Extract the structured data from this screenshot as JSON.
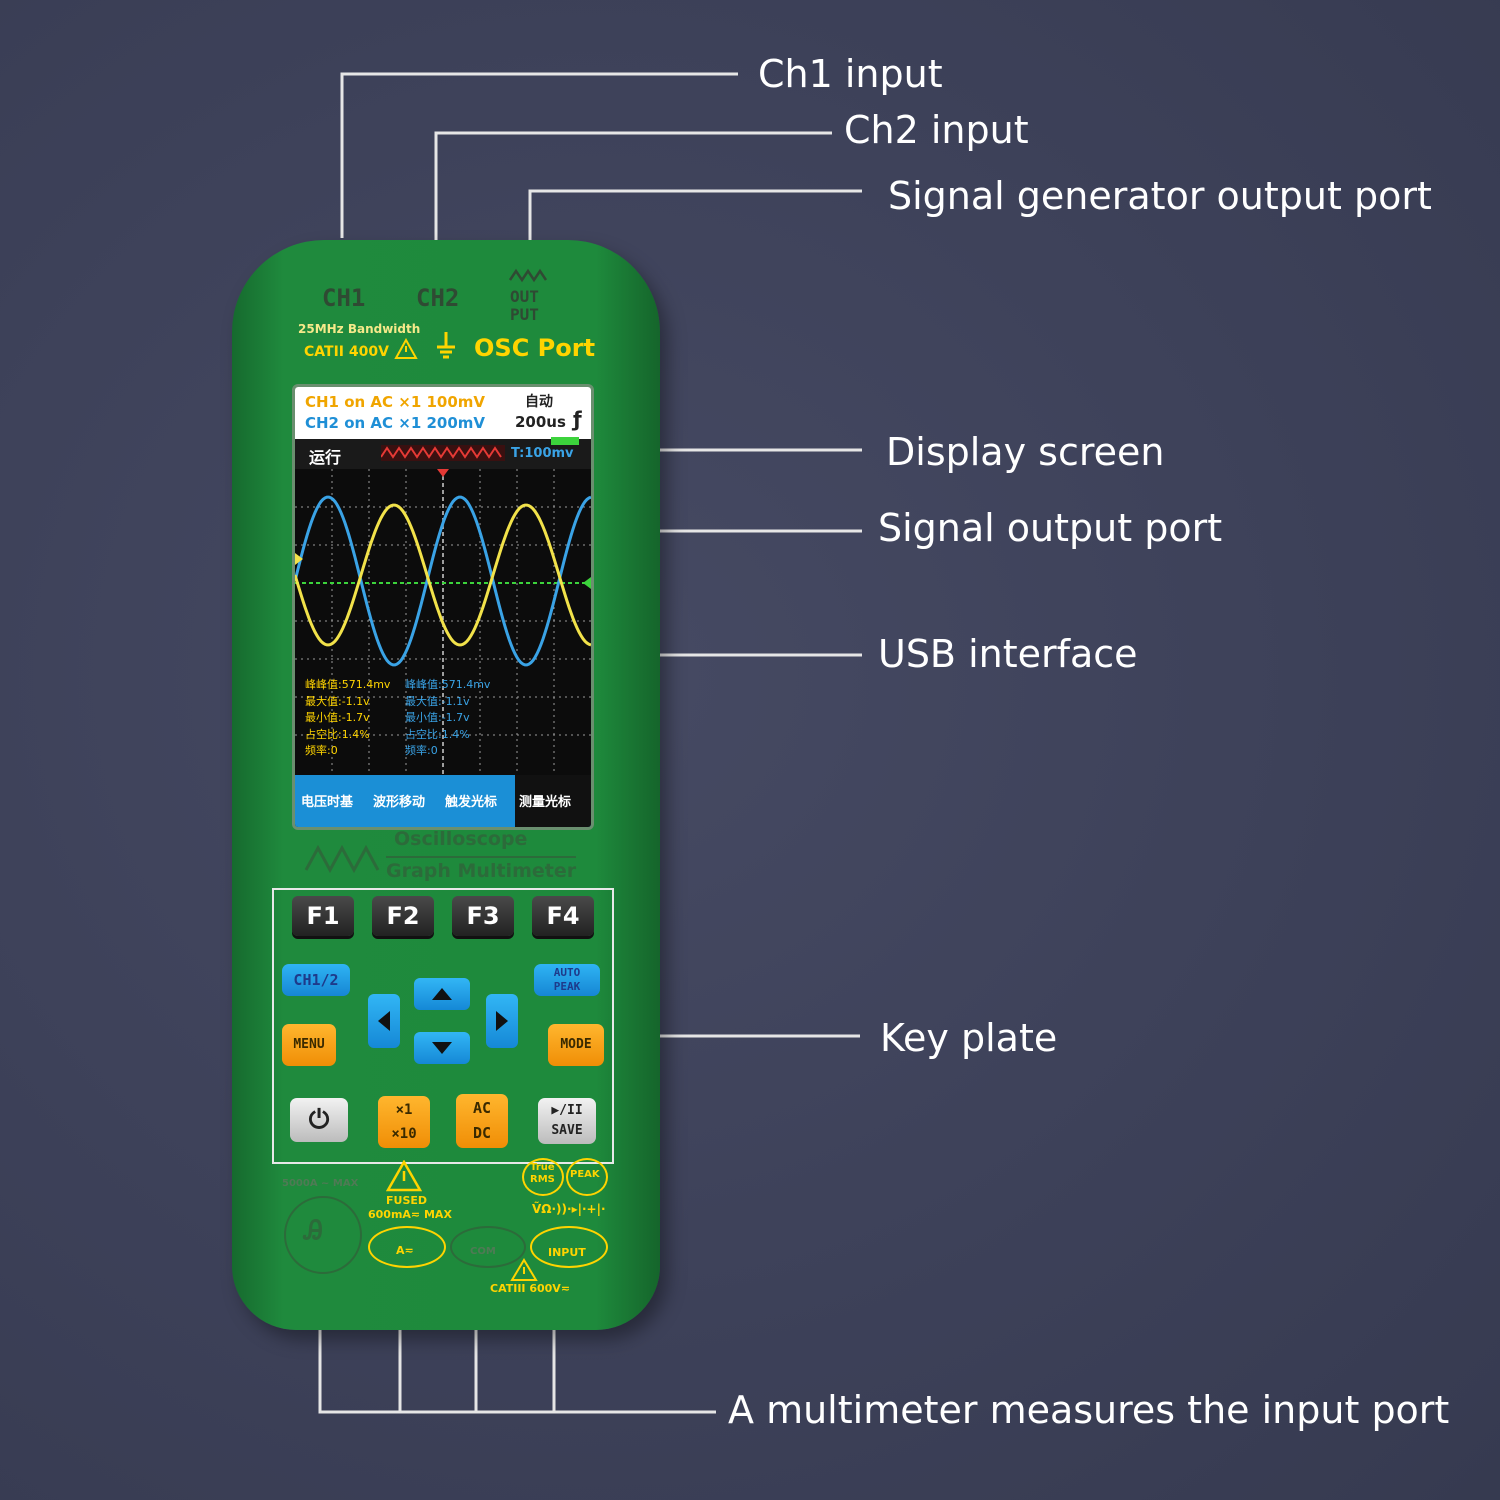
{
  "callouts": {
    "ch1_input": "Ch1 input",
    "ch2_input": "Ch2 input",
    "signal_generator": "Signal generator output port",
    "display_screen": "Display screen",
    "signal_output": "Signal output port",
    "usb": "USB interface",
    "key_plate": "Key plate",
    "multimeter_ports": "A multimeter measures the input port"
  },
  "device": {
    "ch1": "CH1",
    "ch2": "CH2",
    "output_line1": "OUT",
    "output_line2": "PUT",
    "bandwidth": "25MHz Bandwidth",
    "catii": "CATII 400V",
    "osc_port": "OSC Port",
    "brand_line1": "Oscilloscope",
    "brand_line2": "Graph Multimeter",
    "current_rating": "5000A ~ MAX",
    "fused": "FUSED",
    "fused_rating": "600mA≂ MAX",
    "jack_a": "A≂",
    "jack_com": "COM",
    "jack_input": "INPUT",
    "catiii": "CATIII 600V≂",
    "true_rms_1": "True",
    "true_rms_2": "RMS",
    "peak": "PEAK",
    "volt_symbols": "V͂Ω·))·▸|·+|·"
  },
  "screen": {
    "ch1_info": "CH1 on AC ×1  100mV",
    "ch2_info": "CH2 on AC ×1  200mV",
    "auto": "自动",
    "timebase": "200us",
    "trigger_edge": "ƒ",
    "run_state": "运行",
    "trigger_level": "T:100mv",
    "meas_ch1": [
      "峰峰值:571.4mv",
      "最大值:-1.1v",
      "最小值:-1.7v",
      "占空比:1.4%",
      "频率:0"
    ],
    "meas_ch2": [
      "峰峰值:571.4mv",
      "最大值:-1.1v",
      "最小值:-1.7v",
      "占空比:1.4%",
      "频率:0"
    ],
    "menu": [
      "电压时基",
      "波形移动",
      "触发光标",
      "测量光标"
    ]
  },
  "keys": {
    "f1": "F1",
    "f2": "F2",
    "f3": "F3",
    "f4": "F4",
    "ch12": "CH1/2",
    "auto_peak_1": "AUTO",
    "auto_peak_2": "PEAK",
    "menu": "MENU",
    "mode": "MODE",
    "power": "⏻",
    "x1": "×1",
    "x10": "×10",
    "ac": "AC",
    "dc": "DC",
    "play": "▶/II",
    "save": "SAVE"
  },
  "colors": {
    "background": "#3d4159",
    "device_green": "#1e8a3c",
    "ch1_wave": "#f2e24a",
    "ch2_wave": "#3aa3e6",
    "key_blue": "#1e9be6",
    "key_orange": "#f5a01a"
  }
}
